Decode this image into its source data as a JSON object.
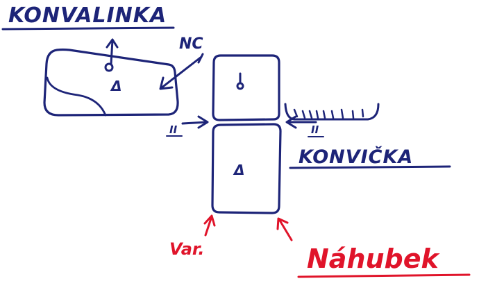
{
  "labels": {
    "top_left": "KONVALINKA",
    "middle_right": "KONVIČKA",
    "annotation_nc": "NC",
    "roman_left": "II",
    "roman_right": "II",
    "bottom_left_red": "Var.",
    "bottom_right_red": "Náhubek"
  },
  "symbols": {
    "triangle": "Δ"
  },
  "colors": {
    "ink_blue": "#1d2478",
    "ink_red": "#e0142a",
    "background": "#ffffff"
  }
}
